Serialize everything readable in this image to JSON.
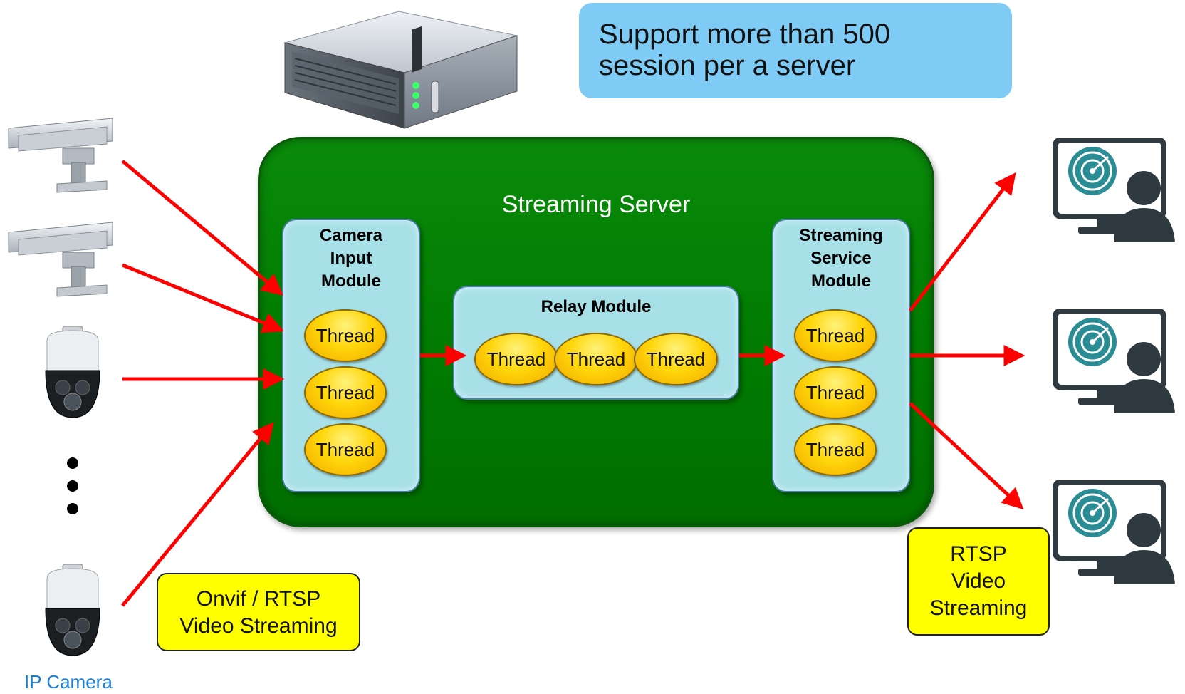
{
  "callout": {
    "line1": "Support more than 500",
    "line2": "session per a server"
  },
  "server": {
    "title": "Streaming Server"
  },
  "modules": {
    "input": {
      "title_lines": [
        "Camera",
        "Input",
        "Module"
      ]
    },
    "relay": {
      "title": "Relay Module"
    },
    "service": {
      "title_lines": [
        "Streaming",
        "Service",
        "Module"
      ]
    }
  },
  "thread_label": "Thread",
  "labels": {
    "input_protocol": [
      "Onvif / RTSP",
      "Video Streaming"
    ],
    "output_protocol": [
      "RTSP",
      "Video",
      "Streaming"
    ]
  },
  "camera_caption": "IP Camera",
  "icons": {
    "server": "rack-server-icon",
    "box_camera": "box-camera-icon",
    "dome_camera": "ptz-dome-camera-icon",
    "client": "monitor-user-radar-icon"
  },
  "colors": {
    "server_green": "#008000",
    "module_cyan": "#a8e0e8",
    "thread_yellow": "#ffd60a",
    "arrow_red": "#ff0000",
    "callout_blue": "#7ecbf5",
    "label_yellow": "#ffff00",
    "caption_blue": "#1e7fd6"
  }
}
